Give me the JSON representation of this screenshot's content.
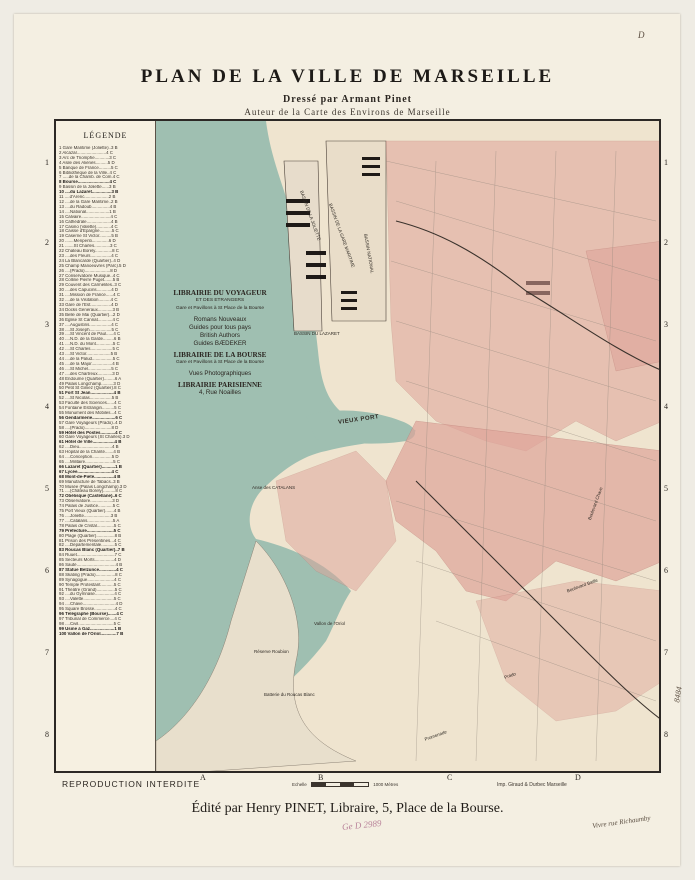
{
  "title": "PLAN DE LA VILLE DE MARSEILLE",
  "subtitle": "Dressé par Armant Pinet",
  "subtitle2": "Auteur de la Carte des Environs de Marseille",
  "legend": {
    "heading": "LÉGENDE",
    "items": [
      "1 Gare Maritime (Joliette)..3 B",
      "2 Alcazar........................4 C",
      "3 Arc de Triomphe............3 C",
      "4 Asile des Aliénés..........5 D",
      "5 Banque de France..........5 C",
      "6 Bibliothèque de la Ville..4 C",
      "7 .....de la Chamb. de Com.4 C",
      "8 Bourse..........................4 C",
      "9 Bassin de la Joliette......3 B",
      "10 ....du Lazaret................3 B",
      "11 ....d'Arenc....................2 B",
      "12 ....de la Gare Maritime..2 B",
      "13 ....du Radoub...............4 B",
      "14 ....National...................1 B",
      "15 Calvaire........................4 C",
      "16 Cathédrale....................4 B",
      "17 Casino (Valette)............4 C",
      "18 Caisse d'Epargne..........5 C",
      "19 Caserne St Victor..........5 B",
      "20 .......Menpenti..............6 D",
      "21 .......St Charles.............3 C",
      "22 Chateau Borely..............8 C",
      "23 ....des Fleurs.................4 C",
      "24 La Blancarde (Quartier)..4 D",
      "25 Champ Manoeuvres (Parc).5 D",
      "26 ....(Prado).....................8 D",
      "27 Conservatoire Musique..4 C",
      "28 Colline Pierre Puget.......5 B",
      "29 Couvent des Carmélites..3 C",
      "30 ....des Capucins............4 D",
      "31 ....Mission de France......4 C",
      "32 ....de la Visitation..........4 C",
      "33 Gare de l'Est.................4 D",
      "34 Docks Généraux............3 B",
      "35 Belle de Mai (Quartier)...2 D",
      "36 Eglise St Cannat............4 C",
      "37 ....Augustins..................4 C",
      "38 ....St Joseph..................5 C",
      "39 ....St Vincent de Paul......4 C",
      "40 ....N.D. de la Garde.........6 B",
      "41 ....N.D. du Mont..............5 C",
      "42 ....St Charles..................5 C",
      "43 ....St Victor....................5 B",
      "44 ....de la Palud.................5 C",
      "45 ....de la Major.................4 B",
      "46 ....St Michel...................5 C",
      "47 ....des Chartreux............3 D",
      "48 Endoume (Quartier).........6 A",
      "49 Palais Longchamp..........3 D",
      "50 Petit St Giniez (Quartier).8 C",
      "51 Fort St Jean...................4 B",
      "52 ....St Nicolas..................5 B",
      "53 Faculté des Sciences......4 C",
      "54 Fontaine Estrangin..........5 C",
      "55 Monument des Mobiles...4 C",
      "56 Gendarmerie...................6 C",
      "57 Gare Voyageurs (Prado)..4 D",
      "58 ....(Prado)......................8 D",
      "59 Hôtel des Postes............4 C",
      "60 Gare Voyageurs (St Charles).3 D",
      "61 Hôtel de Ville..................4 B",
      "62 ....Dieu...........................4 B",
      "63 Hôpital de la Charité.......4 B",
      "64 ....Conception................5 D",
      "65 ....Militaire.......................5 C",
      "66 Lazaret (Quartier)...........1 B",
      "67 Lycée............................4 C",
      "68 Mont-de-Piété................4 B",
      "69 Manufacture de Tabacs..3 B",
      "70 Musée (Palais Longchamp).3 D",
      "71 ....(Château Borely)..........8 C",
      "72 Obélisque (Castellane)..6 C",
      "73 Observatoire..................3 D",
      "74 Palais de Justice............5 C",
      "75 Port Vieux (Quartier).......4 B",
      "76 ....Joliette......................3 B",
      "77 ....Catalans.....................5 A",
      "78 Palais de Cristal..............5 C",
      "79 Préfecture......................5 C",
      "80 Plage (Quartier)...............8 B",
      "81 Prison des Présentines...4 C",
      "82 ....Départementale...........5 C",
      "83 Roucas Blanc (Quartier)..7 B",
      "84 Ruuet...............................7 C",
      "85 Secteurs Morts................4 D",
      "86 Sauté................................4 B",
      "87 Statue Belzunce..............4 C",
      "88 Skating (Prado)................8 C",
      "89 Synagogue......................4 C",
      "90 Temple Protestant...........5 C",
      "91 Théâtre (Grand)...............5 C",
      "92 ....du Gymnase................4 C",
      "93 ....Valette.........................5 C",
      "94 ....Chave...........................4 D",
      "95 Square Brosse.................4 C",
      "96 Télégraphe (Bourse).......4 C",
      "97 Tribunal de Commerce....4 C",
      "98 ....Civil.............................5 C",
      "99 Usine à Gaz....................1 B",
      "100 Vallon de l'Oriol.............7 B"
    ]
  },
  "advert": {
    "line1": "LIBRAIRIE DU VOYAGEUR",
    "line2": "ET DES ETRANGERS",
    "line3": "Gare et Pavillons à St Place de la Bourse",
    "line4": "Romans Nouveaux",
    "line5": "Guides pour tous pays",
    "line6": "British Authors",
    "line7": "Guides BÆDEKER",
    "line8": "LIBRAIRIE DE LA BOURSE",
    "line9": "Gare et Pavillons à St Place de la Bourse",
    "line10": "Vues Photographiques",
    "line11": "LIBRAIRIE PARISIENNE",
    "line12": "4, Rue Noailles"
  },
  "map_labels": {
    "vieux_port": "VIEUX PORT",
    "anse_catalans": "Anse des CATALANS",
    "bassin_joliette": "BASSIN DE LA JOLIETTE",
    "bassin_lazaret": "BASSIN DU LAZARET",
    "bassin_gare": "BASSIN DE LA GARE MARITIME",
    "bassin_national": "BASSIN NATIONAL",
    "reserve_roubion": "Réserve Roubion",
    "batterie_roucas": "Batterie du Roucas Blanc",
    "vallon_oriol": "Vallon de l'Oriol",
    "promenade": "Promenade",
    "bd_baille": "Boulevard Baille",
    "prado": "Prado",
    "bd_chave": "Boulevard Chave"
  },
  "grid": {
    "letters": [
      "A",
      "B",
      "C",
      "D"
    ],
    "numbers": [
      "1",
      "2",
      "3",
      "4",
      "5",
      "6",
      "7",
      "8"
    ]
  },
  "footer": {
    "left": "REPRODUCTION INTERDITE",
    "scale": "Echelle",
    "scale_end": "1000 Mètres",
    "right": "Imp. Giraud & Durbec Marseille",
    "publisher": "Édité par Henry PINET,  Libraire, 5, Place de la Bourse."
  },
  "handwriting": {
    "stamp": "Ge D 2989",
    "note": "Vivre rue Richaumby",
    "code": "8484",
    "top_right": "D"
  },
  "colors": {
    "sea": "#9fbfb1",
    "blocks": "#dfa49a",
    "paper": "#f4efe2",
    "ink": "#2c2825"
  }
}
